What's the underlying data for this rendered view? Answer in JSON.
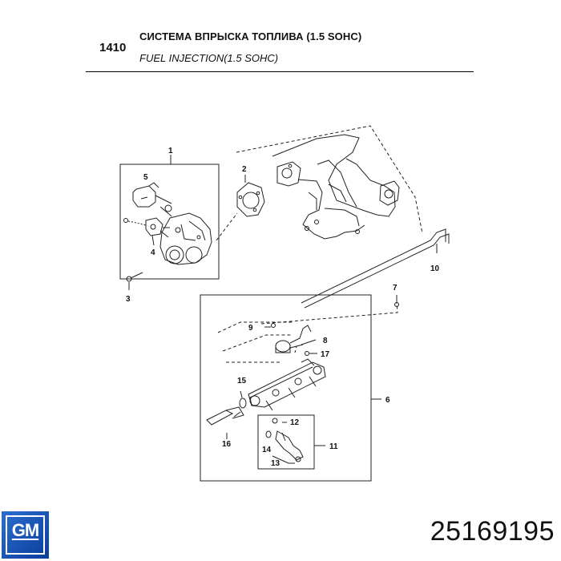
{
  "header": {
    "code": "1410",
    "title_ru": "СИСТЕМА ВПРЫСКА ТОПЛИВА (1.5 SOHC)",
    "title_en": "FUEL INJECTION(1.5 SOHC)"
  },
  "callouts": {
    "c1": "1",
    "c2": "2",
    "c3": "3",
    "c4": "4",
    "c5": "5",
    "c6": "6",
    "c7": "7",
    "c8": "8",
    "c9": "9",
    "c10": "10",
    "c11": "11",
    "c12": "12",
    "c13": "13",
    "c14": "14",
    "c15": "15",
    "c16": "16",
    "c17": "17"
  },
  "footer": {
    "brand": "GM",
    "part_number": "25169195"
  },
  "colors": {
    "brand_blue": "#1a56c4"
  }
}
